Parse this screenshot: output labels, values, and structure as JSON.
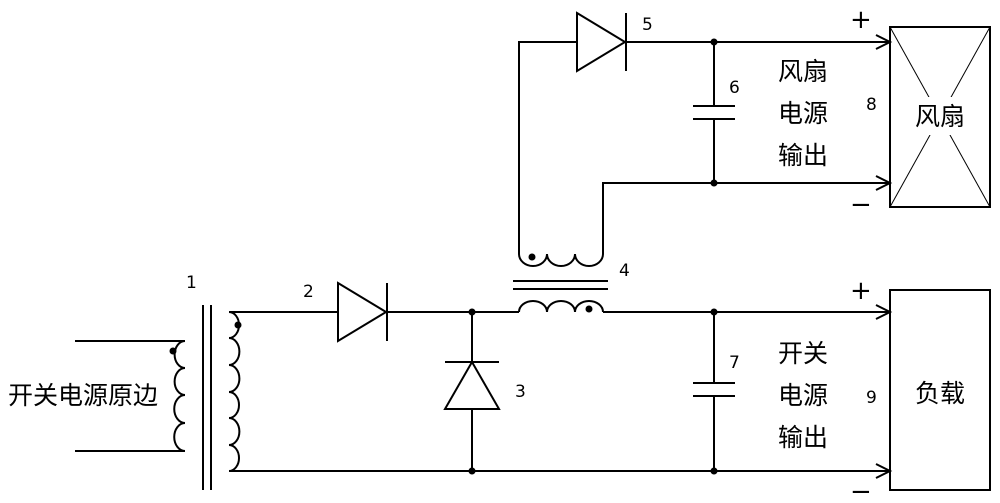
{
  "labels": {
    "transformer_number": "1",
    "diode2_number": "2",
    "diode3_number": "3",
    "coupled_inductor_number": "4",
    "diode5_number": "5",
    "cap6_number": "6",
    "cap7_number": "7",
    "fan_number": "8",
    "load_number": "9",
    "primary_side": "开关电源原边",
    "fan_output_line1": "风扇",
    "fan_output_line2": "电源",
    "fan_output_line3": "输出",
    "switch_output_line1": "开关",
    "switch_output_line2": "电源",
    "switch_output_line3": "输出",
    "fan_box": "风扇",
    "load_box": "负载",
    "plus": "+",
    "minus": "−"
  }
}
